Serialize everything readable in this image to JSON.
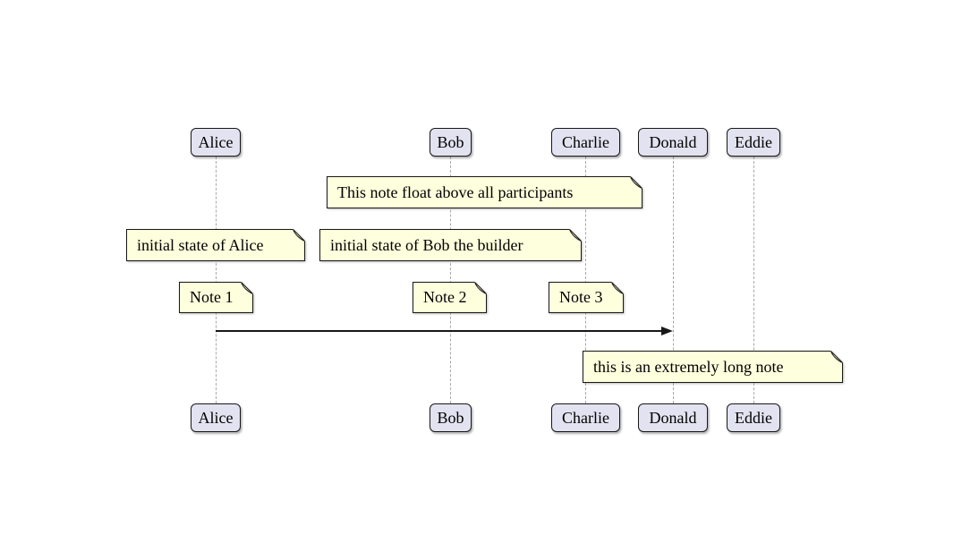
{
  "diagram": {
    "type": "sequence-diagram",
    "participants": [
      {
        "name": "Alice"
      },
      {
        "name": "Bob"
      },
      {
        "name": "Charlie"
      },
      {
        "name": "Donald"
      },
      {
        "name": "Eddie"
      }
    ],
    "notes": [
      {
        "text": "This note float above all participants",
        "position": "floating above, spanning Bob to Charlie"
      },
      {
        "text": "initial state of Alice",
        "position": "over Alice"
      },
      {
        "text": "initial state of Bob the builder",
        "position": "over Bob"
      },
      {
        "text": "Note 1",
        "position": "over Alice"
      },
      {
        "text": "Note 2",
        "position": "over Bob"
      },
      {
        "text": "Note 3",
        "position": "over Charlie"
      },
      {
        "text": "this is an extremely long note",
        "position": "over Donald and Eddie"
      }
    ],
    "messages": [
      {
        "from": "Alice",
        "to": "Donald",
        "label": ""
      }
    ],
    "colors": {
      "background": "#FFFFFF",
      "participant_fill": "#E2E2F0",
      "participant_border": "#181818",
      "note_fill": "#FEFFDD",
      "note_border": "#181818",
      "lifeline": "#A8A8A8",
      "arrow": "#181818",
      "text": "#000000"
    }
  }
}
